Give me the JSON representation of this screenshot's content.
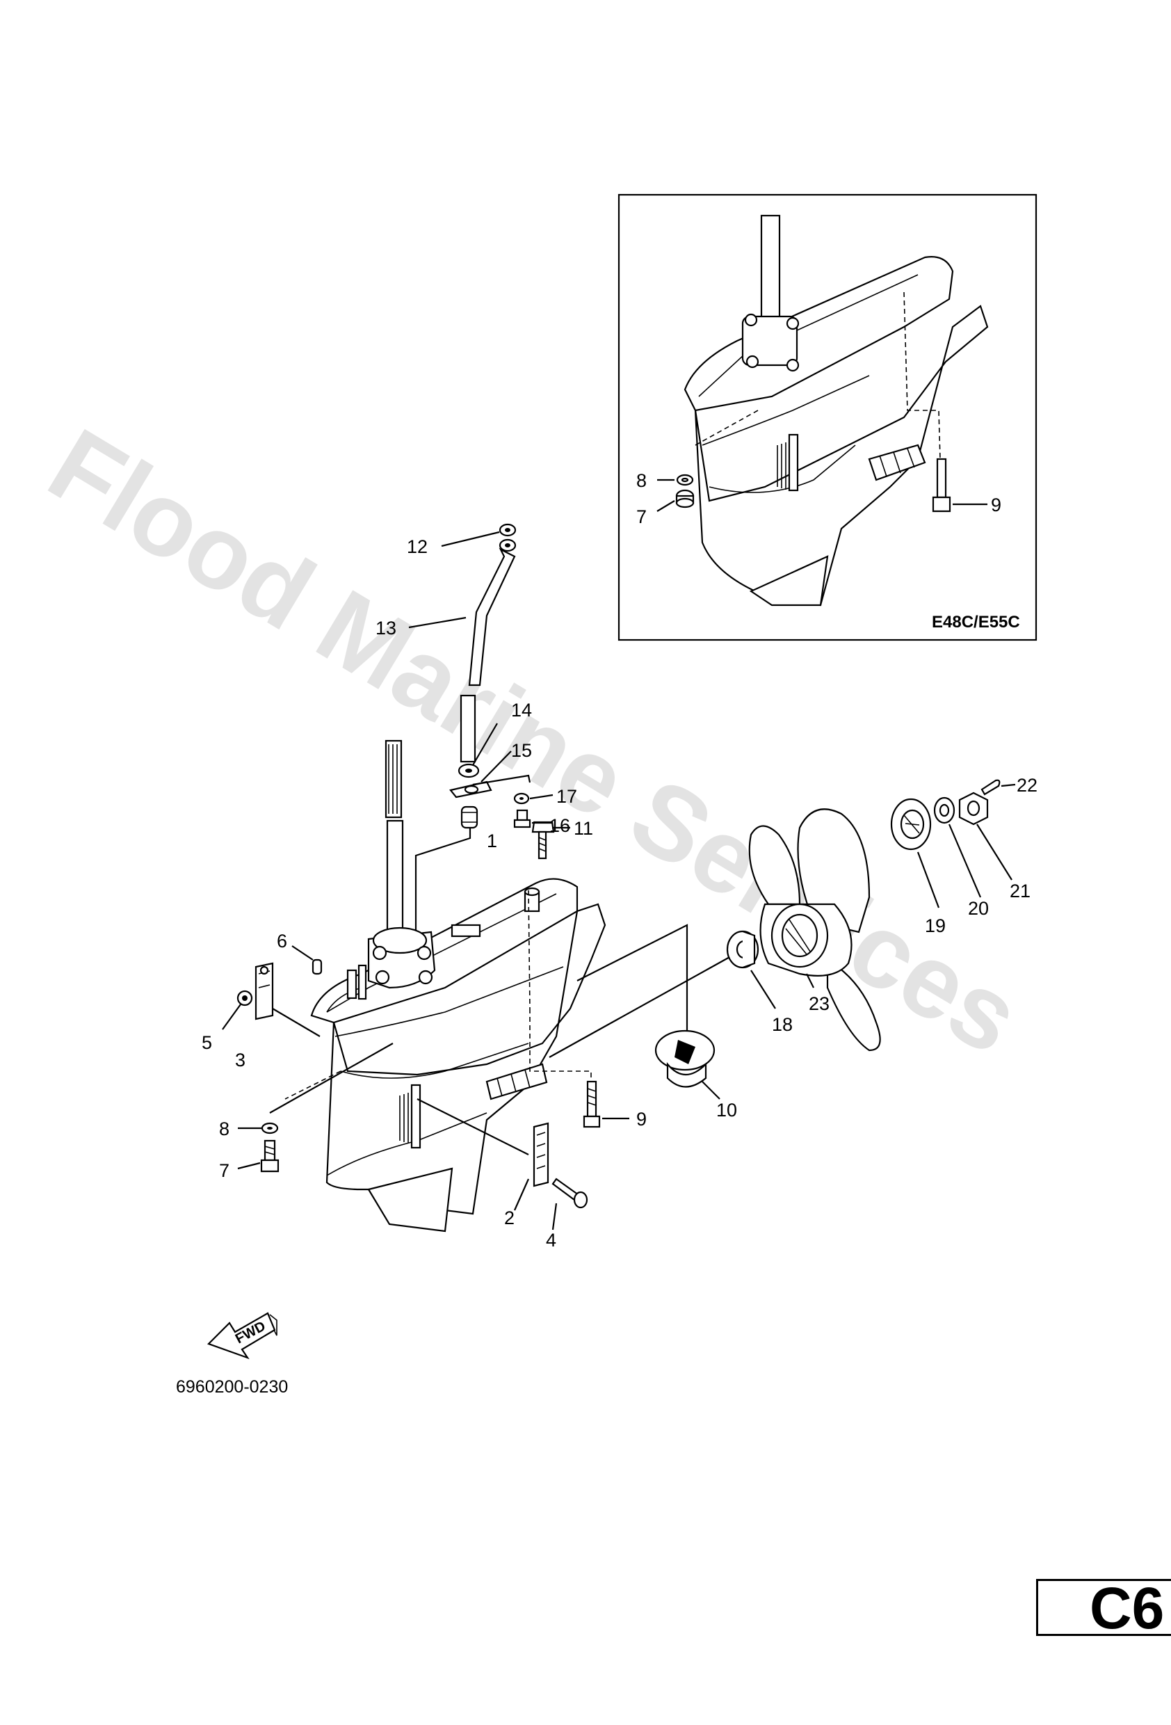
{
  "watermark": "Flood Marine Services",
  "inset": {
    "model_label": "E48C/E55C"
  },
  "figure_code": "6960200-0230",
  "fwd_label": "FWD",
  "page_tag": "C6",
  "callouts": {
    "c1": "1",
    "c2": "2",
    "c3": "3",
    "c4": "4",
    "c5": "5",
    "c6": "6",
    "c7": "7",
    "c8": "8",
    "c9": "9",
    "c10": "10",
    "c11": "11",
    "c12": "12",
    "c13": "13",
    "c14": "14",
    "c15": "15",
    "c16": "16",
    "c17": "17",
    "c18": "18",
    "c19": "19",
    "c20": "20",
    "c21": "21",
    "c22": "22",
    "c23": "23",
    "i7": "7",
    "i8": "8",
    "i9": "9"
  }
}
